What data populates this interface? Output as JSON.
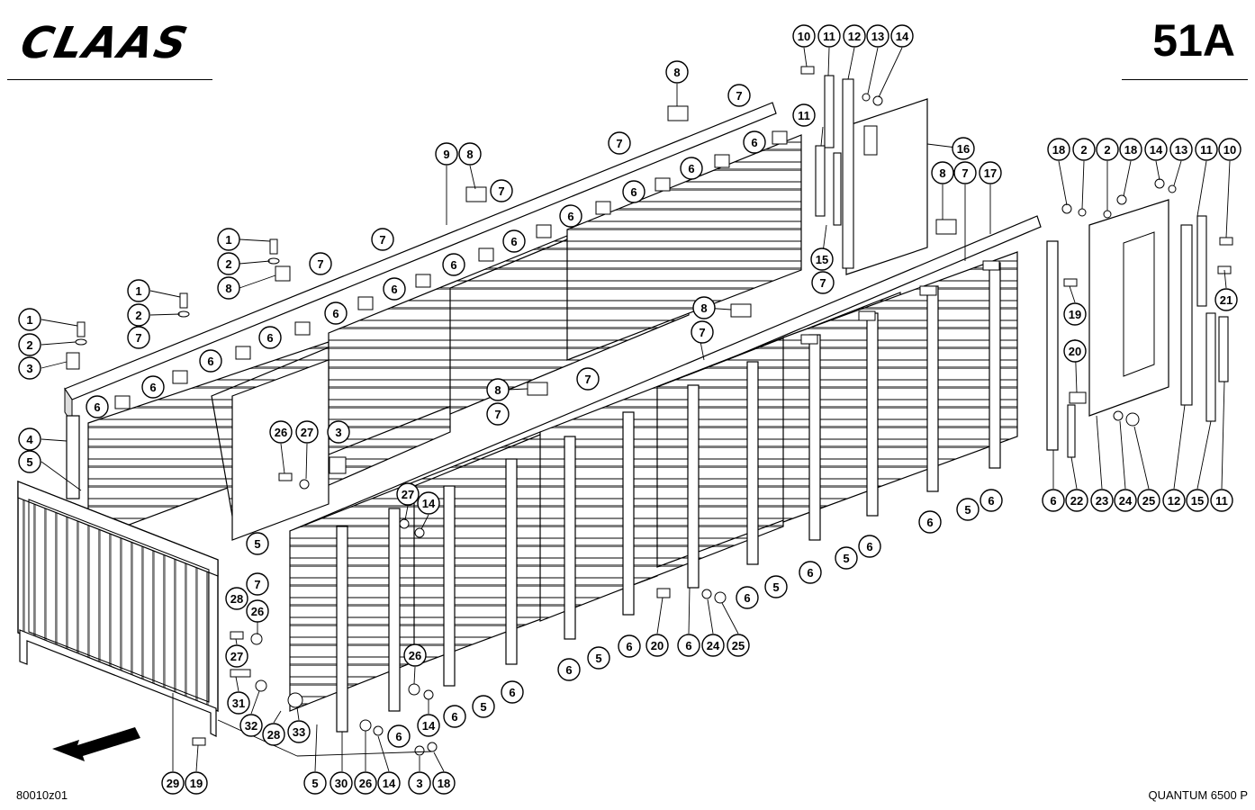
{
  "header": {
    "brand": "CLAAS",
    "page_number": "51A"
  },
  "footer": {
    "drawing_number": "80010z01",
    "model": "QUANTUM 6500 P"
  },
  "callouts": [
    {
      "id": "c1",
      "label": "1"
    },
    {
      "id": "c2",
      "label": "2"
    },
    {
      "id": "c3",
      "label": "3"
    },
    {
      "id": "c4",
      "label": "4"
    },
    {
      "id": "c5",
      "label": "5"
    },
    {
      "id": "c6",
      "label": "6"
    },
    {
      "id": "c7",
      "label": "7"
    },
    {
      "id": "c8",
      "label": "8"
    },
    {
      "id": "c9",
      "label": "9"
    },
    {
      "id": "c10",
      "label": "10"
    },
    {
      "id": "c11",
      "label": "11"
    },
    {
      "id": "c12",
      "label": "12"
    },
    {
      "id": "c13",
      "label": "13"
    },
    {
      "id": "c14",
      "label": "14"
    },
    {
      "id": "c15",
      "label": "15"
    },
    {
      "id": "c16",
      "label": "16"
    },
    {
      "id": "c17",
      "label": "17"
    },
    {
      "id": "c18",
      "label": "18"
    },
    {
      "id": "c19",
      "label": "19"
    },
    {
      "id": "c20",
      "label": "20"
    },
    {
      "id": "c21",
      "label": "21"
    },
    {
      "id": "c22",
      "label": "22"
    },
    {
      "id": "c23",
      "label": "23"
    },
    {
      "id": "c24",
      "label": "24"
    },
    {
      "id": "c25",
      "label": "25"
    },
    {
      "id": "c26",
      "label": "26"
    },
    {
      "id": "c27",
      "label": "27"
    },
    {
      "id": "c28",
      "label": "28"
    },
    {
      "id": "c29",
      "label": "29"
    },
    {
      "id": "c30",
      "label": "30"
    },
    {
      "id": "c31",
      "label": "31"
    },
    {
      "id": "c32",
      "label": "32"
    },
    {
      "id": "c33",
      "label": "33"
    }
  ]
}
